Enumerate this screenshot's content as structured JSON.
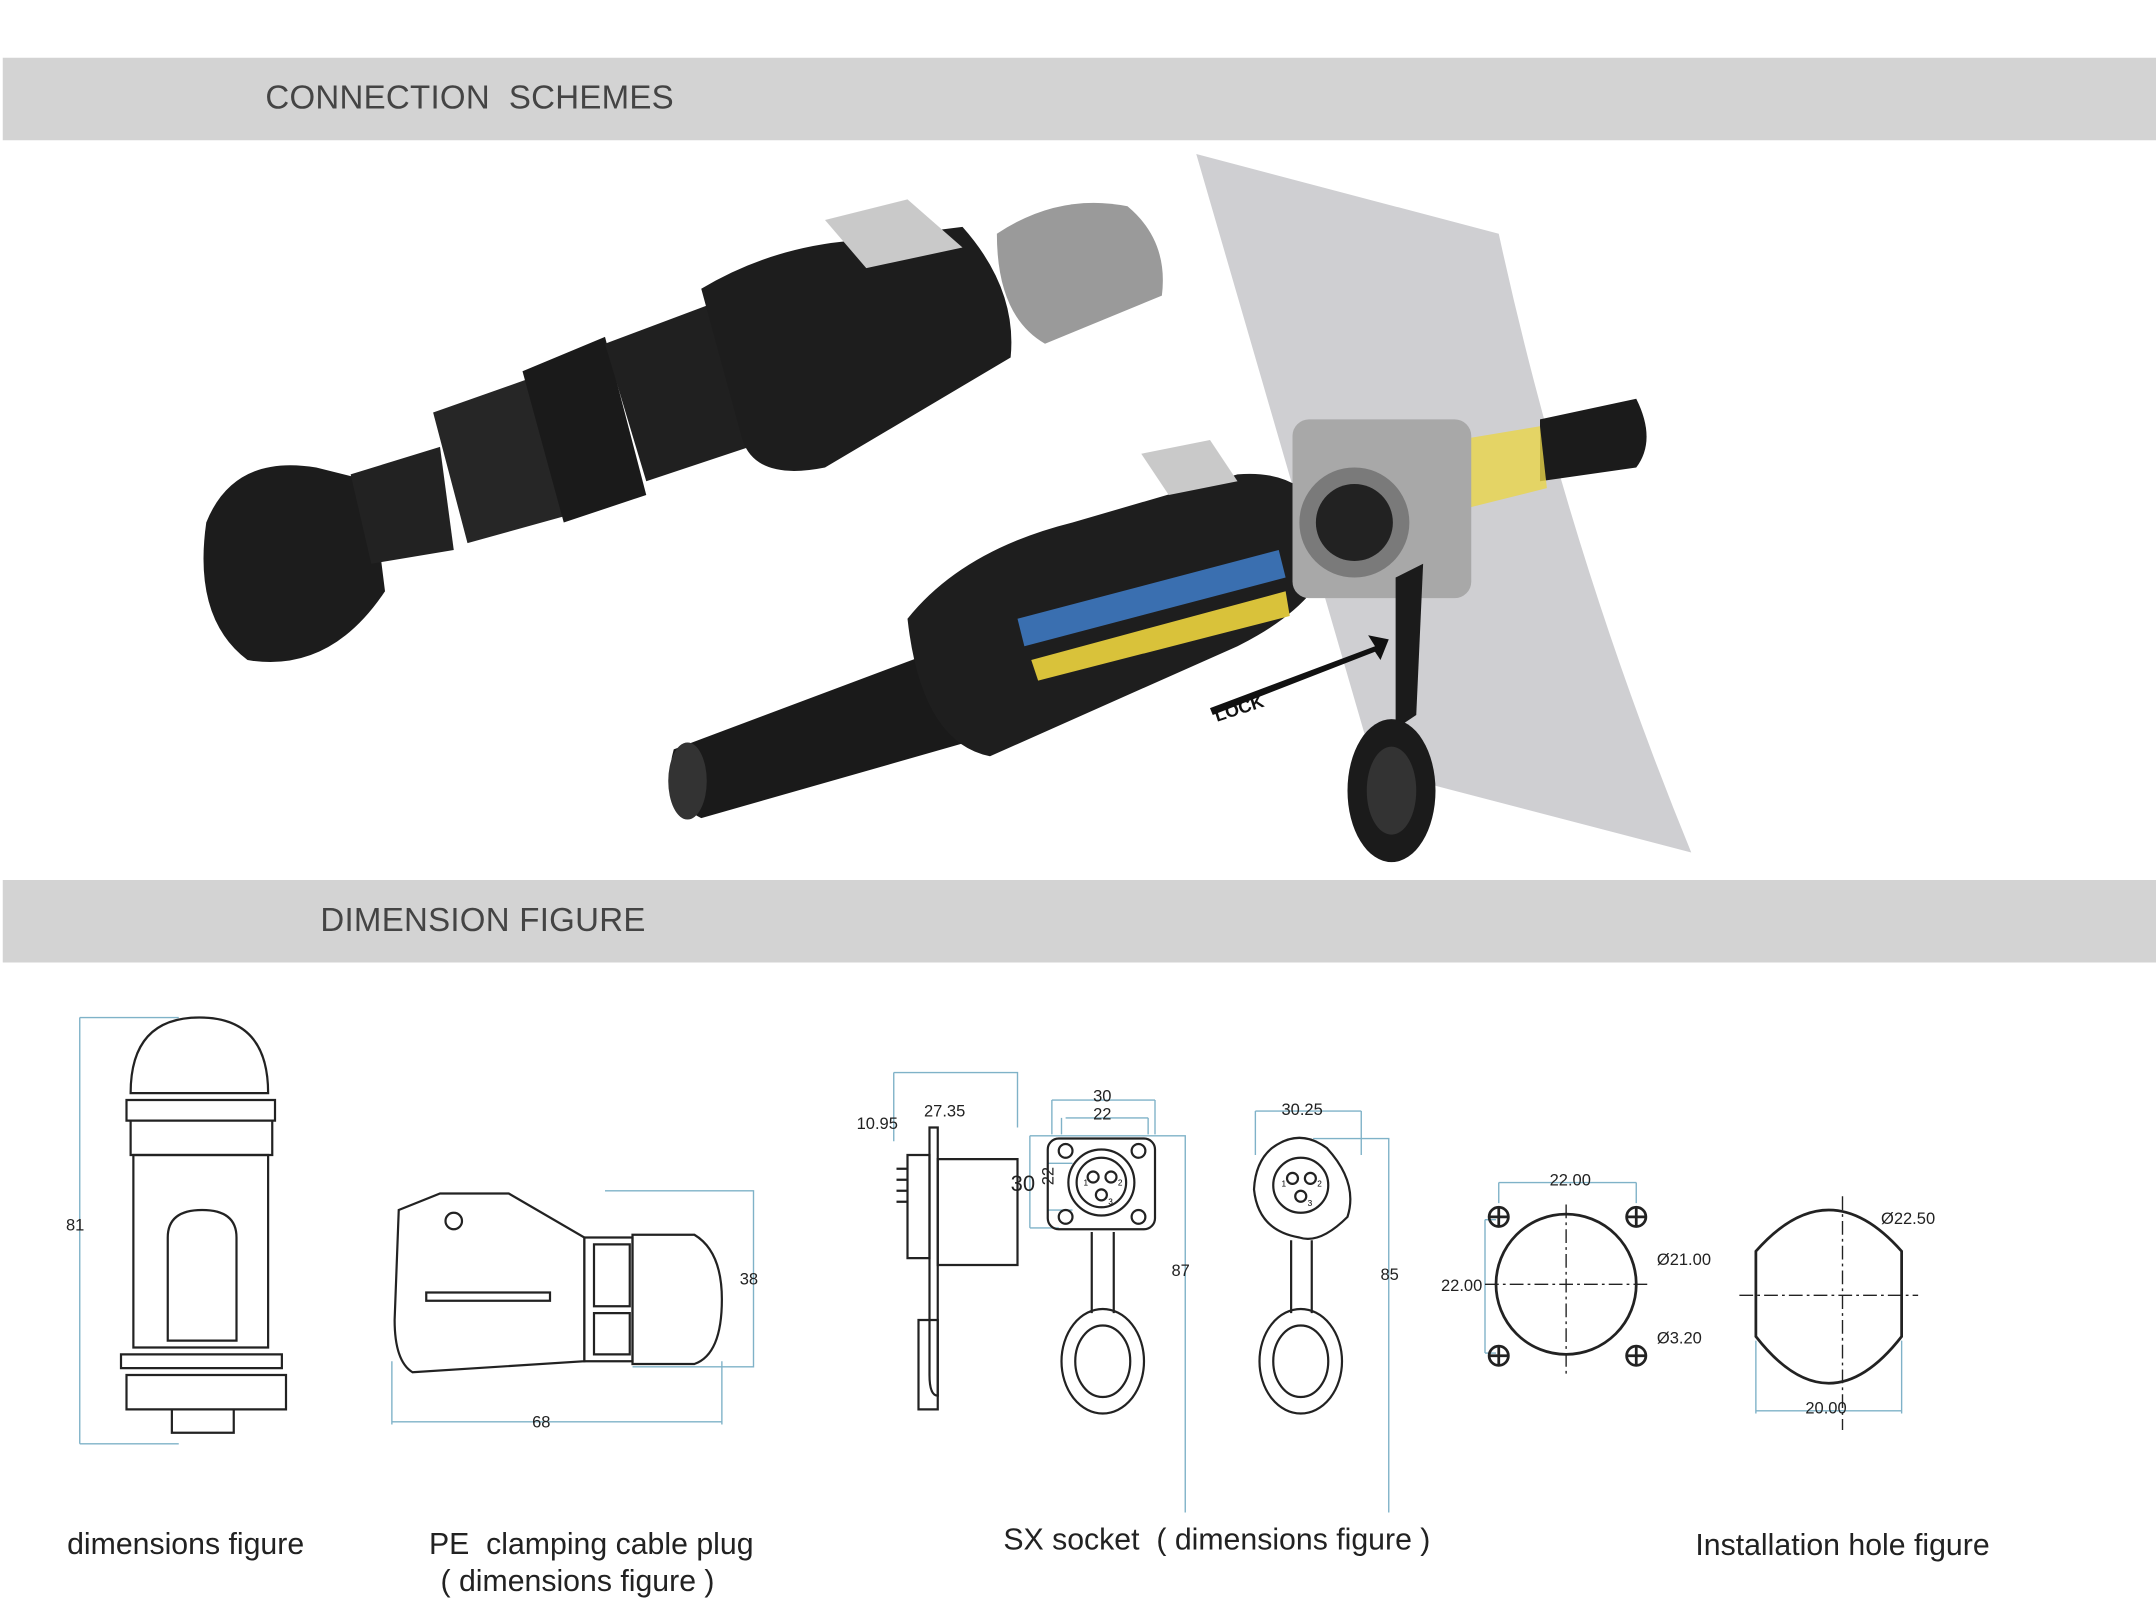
{
  "sections": {
    "connection_title": "CONNECTION  SCHEMES",
    "dimension_title": "DIMENSION FIGURE"
  },
  "photo": {
    "lock_label": "LOCK"
  },
  "figures": {
    "plug": {
      "caption": "dimensions figure",
      "height": "81"
    },
    "pe_plug": {
      "caption_line1": "PE  clamping cable plug",
      "caption_line2": "( dimensions figure )",
      "height": "38",
      "length": "68"
    },
    "socket": {
      "caption": "SX socket  ( dimensions figure )",
      "side_a": "10.95",
      "side_b": "27.35",
      "front_w_outer": "30",
      "front_w_inner": "22",
      "front_h_outer": "30",
      "front_h_inner": "22",
      "front_total": "87",
      "back_w": "30.25",
      "back_total": "85",
      "pins": [
        "1",
        "2",
        "3"
      ]
    },
    "install": {
      "caption": "Installation hole figure",
      "spacing_h": "22.00",
      "spacing_v": "22.00",
      "hole_dia": "Ø21.00",
      "screw_dia": "Ø3.20",
      "cut_dia": "Ø22.50",
      "cut_flat": "20.00"
    }
  }
}
